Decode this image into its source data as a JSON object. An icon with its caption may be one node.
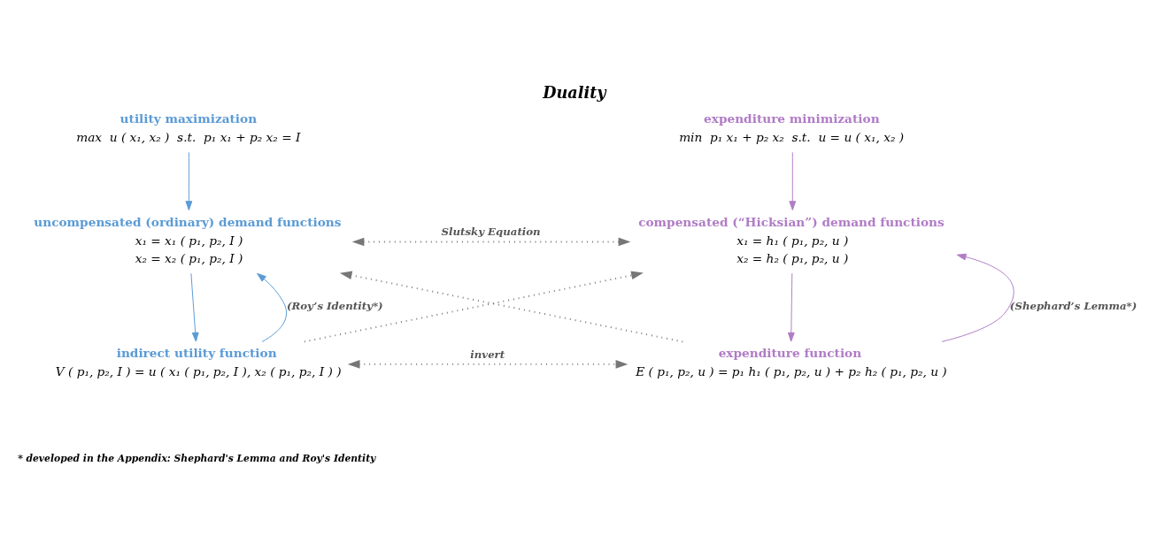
{
  "diagram": {
    "title": "Duality",
    "nodes": [
      {
        "text": [
          "utility maximization",
          "max  u ( x₁, x₂ )  s.t.  p₁ x₁ + p₂ x₂ = I"
        ]
      },
      {
        "text": [
          "expenditure minimization",
          "min  p₁ x₁ + p₂ x₂  s.t.  u = u ( x₁, x₂ )"
        ]
      },
      {
        "text": [
          "uncompensated (ordinary) demand functions",
          "x₁ = x₁ ( p₁, p₂, I )",
          "x₂ = x₂ ( p₁, p₂, I )"
        ]
      },
      {
        "text": [
          "compensated (“Hicksian”) demand functions",
          "x₁ = h₁ ( p₁, p₂, u )",
          "x₂ = h₂ ( p₁, p₂, u )"
        ]
      },
      {
        "text": [
          "indirect utility function",
          "V ( p₁, p₂, I ) = u ( x₁ ( p₁, p₂, I ), x₂ ( p₁, p₂, I ) )"
        ]
      },
      {
        "text": [
          "expenditure function",
          "E ( p₁, p₂, u ) = p₁ h₁ ( p₁, p₂, u ) + p₂ h₂ ( p₁, p₂, u )"
        ]
      }
    ],
    "edges": [
      {
        "from": 0,
        "to": 2,
        "arrow": "to",
        "color": "#5b9bd5"
      },
      {
        "from": 1,
        "to": 3,
        "arrow": "to",
        "color": "#b07cc6"
      },
      {
        "from": 2,
        "to": 3,
        "arrow": "both",
        "label": "Slutsky Equation",
        "style": "dashed"
      },
      {
        "from": 2,
        "to": 4,
        "arrow": "to",
        "color": "#5b9bd5"
      },
      {
        "from": 3,
        "to": 5,
        "arrow": "to",
        "color": "#b07cc6"
      },
      {
        "from": 4,
        "to": 2,
        "arrow": "to",
        "label": "(Roy’s Identity*)",
        "color": "#5b9bd5"
      },
      {
        "from": 5,
        "to": 3,
        "arrow": "to",
        "label": "(Shephard’s Lemma*)",
        "color": "#b07cc6"
      },
      {
        "from": 4,
        "to": 3,
        "arrow": "to",
        "style": "dashed"
      },
      {
        "from": 5,
        "to": 2,
        "arrow": "to",
        "style": "dashed"
      },
      {
        "from": 4,
        "to": 5,
        "arrow": "both",
        "label": "invert",
        "style": "dashed"
      }
    ],
    "labels": [
      "* developed in the Appendix: Shephard's Lemma and Roy's Identity"
    ]
  }
}
